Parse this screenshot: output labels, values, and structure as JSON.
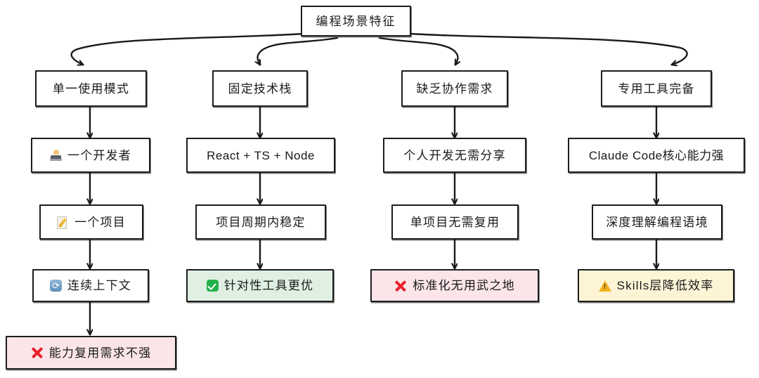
{
  "diagram": {
    "type": "flowchart",
    "title": "编程场景特征",
    "style": {
      "background": "#ffffff",
      "node_border": "#1d1d1d",
      "node_fill_default": "#ffffff",
      "fill_green": "#dff0e2",
      "fill_pink": "#fbe5e9",
      "fill_cream": "#fdf4d6",
      "accent_red": "#e8212a",
      "accent_green": "#23b14c",
      "accent_yellow": "#f2b01e",
      "accent_blue": "#5d8fba"
    },
    "root": {
      "id": "root",
      "label": "编程场景特征"
    },
    "branches": [
      {
        "id": "branch-1",
        "head": "单一使用模式",
        "steps": [
          {
            "id": "n1-2",
            "label": "一个开发者",
            "icon": "developer-icon",
            "fill": "white"
          },
          {
            "id": "n1-3",
            "label": "一个项目",
            "icon": "memo-icon",
            "fill": "white"
          },
          {
            "id": "n1-4",
            "label": "连续上下文",
            "icon": "refresh-icon",
            "fill": "white"
          },
          {
            "id": "n1-5",
            "label": "能力复用需求不强",
            "icon": "cross-icon",
            "fill": "pink"
          }
        ]
      },
      {
        "id": "branch-2",
        "head": "固定技术栈",
        "steps": [
          {
            "id": "n2-2",
            "label": "React + TS + Node",
            "icon": "none",
            "fill": "white"
          },
          {
            "id": "n2-3",
            "label": "项目周期内稳定",
            "icon": "none",
            "fill": "white"
          },
          {
            "id": "n2-4",
            "label": "针对性工具更优",
            "icon": "check-icon",
            "fill": "green"
          }
        ]
      },
      {
        "id": "branch-3",
        "head": "缺乏协作需求",
        "steps": [
          {
            "id": "n3-2",
            "label": "个人开发无需分享",
            "icon": "none",
            "fill": "white"
          },
          {
            "id": "n3-3",
            "label": "单项目无需复用",
            "icon": "none",
            "fill": "white"
          },
          {
            "id": "n3-4",
            "label": "标准化无用武之地",
            "icon": "cross-icon",
            "fill": "pink"
          }
        ]
      },
      {
        "id": "branch-4",
        "head": "专用工具完备",
        "steps": [
          {
            "id": "n4-2",
            "label": "Claude Code核心能力强",
            "icon": "none",
            "fill": "white"
          },
          {
            "id": "n4-3",
            "label": "深度理解编程语境",
            "icon": "none",
            "fill": "white"
          },
          {
            "id": "n4-4",
            "label": "Skills层降低效率",
            "icon": "warning-icon",
            "fill": "cream"
          }
        ]
      }
    ]
  }
}
